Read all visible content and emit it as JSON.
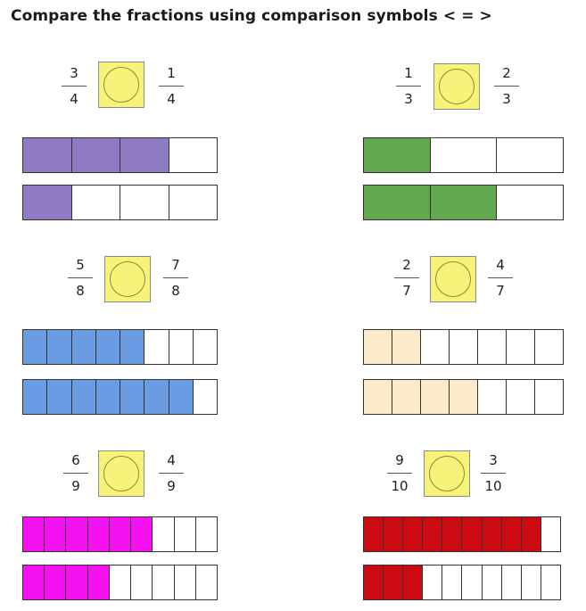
{
  "title": "Compare the fractions using comparison symbols < = >",
  "problems": [
    {
      "left": {
        "numerator": "3",
        "denominator": "4"
      },
      "right": {
        "numerator": "1",
        "denominator": "4"
      },
      "color": "#8f7ac4",
      "bars": [
        {
          "parts": 4,
          "shaded": 3
        },
        {
          "parts": 4,
          "shaded": 1
        }
      ]
    },
    {
      "left": {
        "numerator": "1",
        "denominator": "3"
      },
      "right": {
        "numerator": "2",
        "denominator": "3"
      },
      "color": "#62a84f",
      "bars": [
        {
          "parts": 3,
          "shaded": 1
        },
        {
          "parts": 3,
          "shaded": 2
        }
      ]
    },
    {
      "left": {
        "numerator": "5",
        "denominator": "8"
      },
      "right": {
        "numerator": "7",
        "denominator": "8"
      },
      "color": "#6a9ce4",
      "bars": [
        {
          "parts": 8,
          "shaded": 5
        },
        {
          "parts": 8,
          "shaded": 7
        }
      ]
    },
    {
      "left": {
        "numerator": "2",
        "denominator": "7"
      },
      "right": {
        "numerator": "4",
        "denominator": "7"
      },
      "color": "#fcebc8",
      "bars": [
        {
          "parts": 7,
          "shaded": 2
        },
        {
          "parts": 7,
          "shaded": 4
        }
      ]
    },
    {
      "left": {
        "numerator": "6",
        "denominator": "9"
      },
      "right": {
        "numerator": "4",
        "denominator": "9"
      },
      "color": "#f512f0",
      "bars": [
        {
          "parts": 9,
          "shaded": 6
        },
        {
          "parts": 9,
          "shaded": 4
        }
      ]
    },
    {
      "left": {
        "numerator": "9",
        "denominator": "10"
      },
      "right": {
        "numerator": "3",
        "denominator": "10"
      },
      "color": "#cc0a12",
      "bars": [
        {
          "parts": 10,
          "shaded": 9
        },
        {
          "parts": 10,
          "shaded": 3
        }
      ]
    }
  ]
}
